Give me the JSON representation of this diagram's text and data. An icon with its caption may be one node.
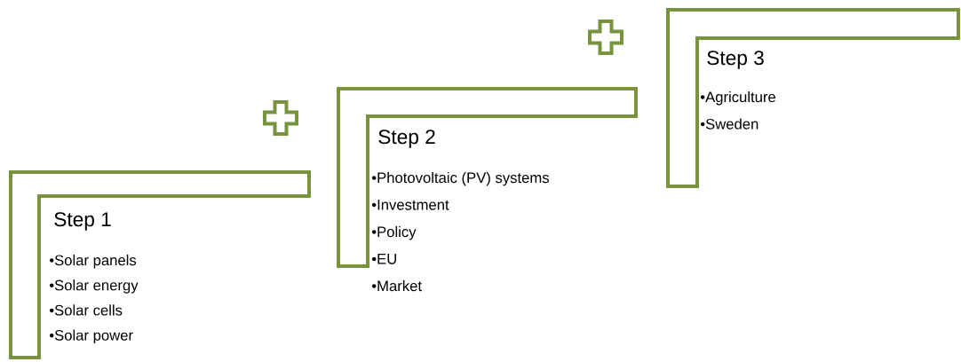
{
  "diagram": {
    "nodes": [
      {
        "text": [
          "Step 1",
          "•Solar panels",
          "•Solar energy",
          "•Solar cells",
          "•Solar power"
        ]
      },
      {
        "text": [
          "Step 2",
          "•Photovoltaic (PV) systems",
          "•Investment",
          "•Policy",
          "•EU",
          "•Market"
        ]
      },
      {
        "text": [
          "Step 3",
          "•Agriculture",
          "•Sweden"
        ]
      }
    ]
  }
}
